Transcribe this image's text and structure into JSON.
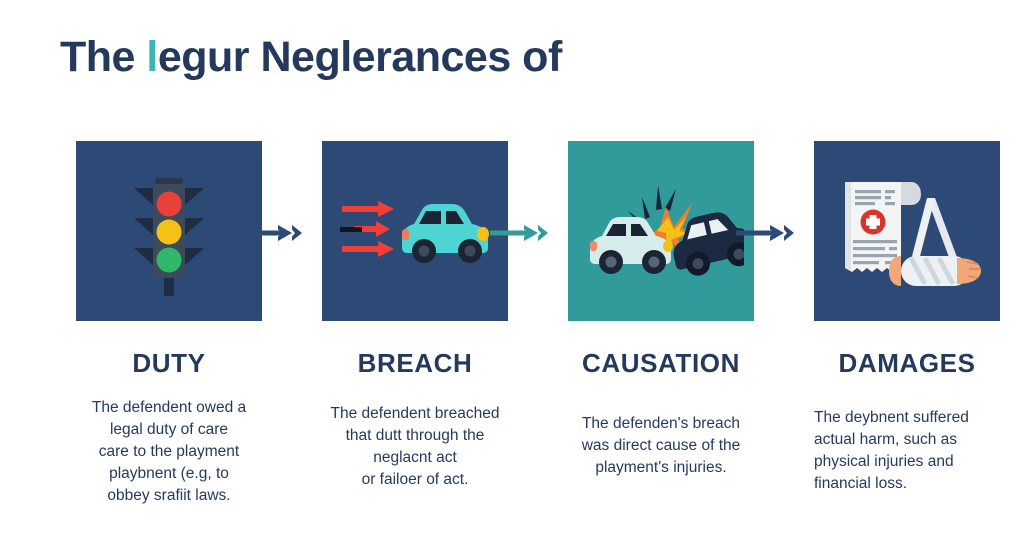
{
  "title": {
    "before": "The ",
    "accent": "l",
    "after": "egur Neglerances of"
  },
  "colors": {
    "navy": "#2c4a75",
    "teal": "#319b9b",
    "title_navy": "#24395c",
    "title_accent": "#3cb4b4",
    "arrow_navy": "#2c4a75",
    "arrow_teal": "#319b9b",
    "body_text": "#253a5e"
  },
  "columns": [
    {
      "key": "duty",
      "icon_name": "traffic-light-icon",
      "tile_color": "navy",
      "heading": "DUTY",
      "body": "The defendent owed a\nlegal duty of care\ncare to the playment\nplaybnent (e.g, to\nobbey srafiit laws.",
      "arrow_color": "navy",
      "arrow_name": "flow-arrow-duty-to-breach"
    },
    {
      "key": "breach",
      "icon_name": "speeding-car-icon",
      "tile_color": "navy",
      "heading": "BREACH",
      "body": "The defendent breached\nthat dutt through the\nneglacnt act\nor failoer of act.",
      "arrow_color": "teal",
      "arrow_name": "flow-arrow-breach-to-causation"
    },
    {
      "key": "causation",
      "icon_name": "car-collision-icon",
      "tile_color": "teal",
      "heading": "CAUSATION",
      "body": "The defenden's breach\nwas direct cause of the\nplayment's injuries.",
      "arrow_color": "navy",
      "arrow_name": "flow-arrow-causation-to-damages"
    },
    {
      "key": "damages",
      "icon_name": "medical-bill-and-bandaged-arm-icon",
      "tile_color": "navy",
      "heading": "DAMAGES",
      "body": "The deybnent suffered\nactual harm, such as\nphysical injuries and\nfinancial loss.",
      "arrow_color": "none",
      "arrow_name": "none"
    }
  ]
}
